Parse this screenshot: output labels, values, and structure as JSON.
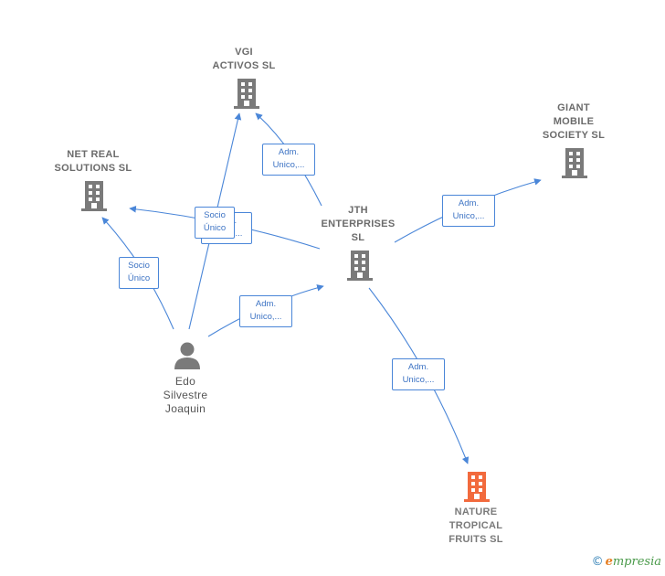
{
  "nodes": {
    "vgi": {
      "label": "VGI\nACTIVOS  SL"
    },
    "net_real": {
      "label": "NET REAL\nSOLUTIONS SL"
    },
    "giant": {
      "label": "GIANT\nMOBILE\nSOCIETY  SL"
    },
    "jth": {
      "label": "JTH\nENTERPRISES\nSL"
    },
    "edo": {
      "label": "Edo\nSilvestre\nJoaquin"
    },
    "nature": {
      "label": "NATURE\nTROPICAL\nFRUITS  SL"
    }
  },
  "edge_labels": {
    "jth_vgi": "Adm.\nUnico,...",
    "jth_giant": "Adm.\nUnico,...",
    "edo_jth": "Adm.\nUnico,...",
    "jth_nature": "Adm.\nUnico,...",
    "edo_net": "Socio\nÚnico",
    "edo_vgi": "Socio\nÚnico",
    "jth_net_hidden": "Adm.\nUnico,..."
  },
  "colors": {
    "edge": "#4a86d8",
    "building": "#7a7a7a",
    "building_target": "#f26a3d",
    "person": "#7a7a7a"
  },
  "footer": {
    "copyright": "©",
    "brand_first": "e",
    "brand_rest": "mpresia"
  }
}
